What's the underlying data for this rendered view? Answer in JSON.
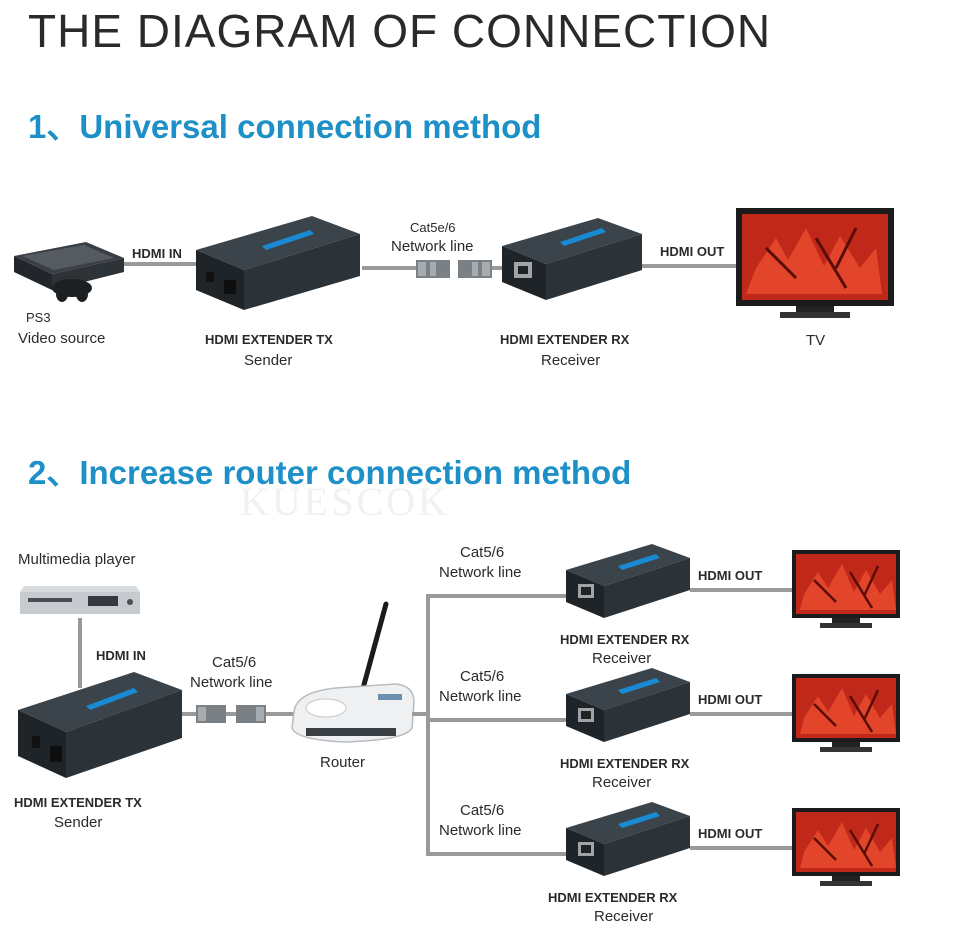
{
  "title": "THE DIAGRAM OF CONNECTION",
  "section1": {
    "heading": "1、Universal connection method",
    "ps3_label": "PS3",
    "video_source_label": "Video source",
    "hdmi_in_label": "HDMI IN",
    "tx_label": "HDMI EXTENDER TX",
    "sender_label": "Sender",
    "cable_label_1": "Cat5e/6",
    "cable_label_2": "Network line",
    "rx_label": "HDMI EXTENDER RX",
    "receiver_label": "Receiver",
    "hdmi_out_label": "HDMI OUT",
    "tv_label": "TV"
  },
  "section2": {
    "heading": "2、Increase router connection method",
    "watermark": "KUESCOK",
    "multimedia_label": "Multimedia player",
    "hdmi_in_label": "HDMI IN",
    "cable_label_1": "Cat5/6",
    "cable_label_2": "Network line",
    "tx_label": "HDMI EXTENDER TX",
    "sender_label": "Sender",
    "router_label": "Router",
    "branches": [
      {
        "cable_1": "Cat5/6",
        "cable_2": "Network line",
        "rx_label": "HDMI EXTENDER RX",
        "receiver_label": "Receiver",
        "hdmi_out": "HDMI OUT"
      },
      {
        "cable_1": "Cat5/6",
        "cable_2": "Network line",
        "rx_label": "HDMI EXTENDER RX",
        "receiver_label": "Receiver",
        "hdmi_out": "HDMI OUT"
      },
      {
        "cable_1": "Cat5/6",
        "cable_2": "Network line",
        "rx_label": "HDMI EXTENDER RX",
        "receiver_label": "Receiver",
        "hdmi_out": "HDMI OUT"
      }
    ]
  },
  "colors": {
    "heading_blue": "#1e90c8",
    "device_body": "#2b3238",
    "device_stripe": "#1a8ad4",
    "tv_screen": "#c0281a",
    "cable_gray": "#9a9a9a"
  },
  "icons": [
    "ps3-console-icon",
    "hdmi-extender-tx-icon",
    "network-plug-icon",
    "hdmi-extender-rx-icon",
    "tv-icon",
    "dvd-player-icon",
    "router-icon"
  ]
}
